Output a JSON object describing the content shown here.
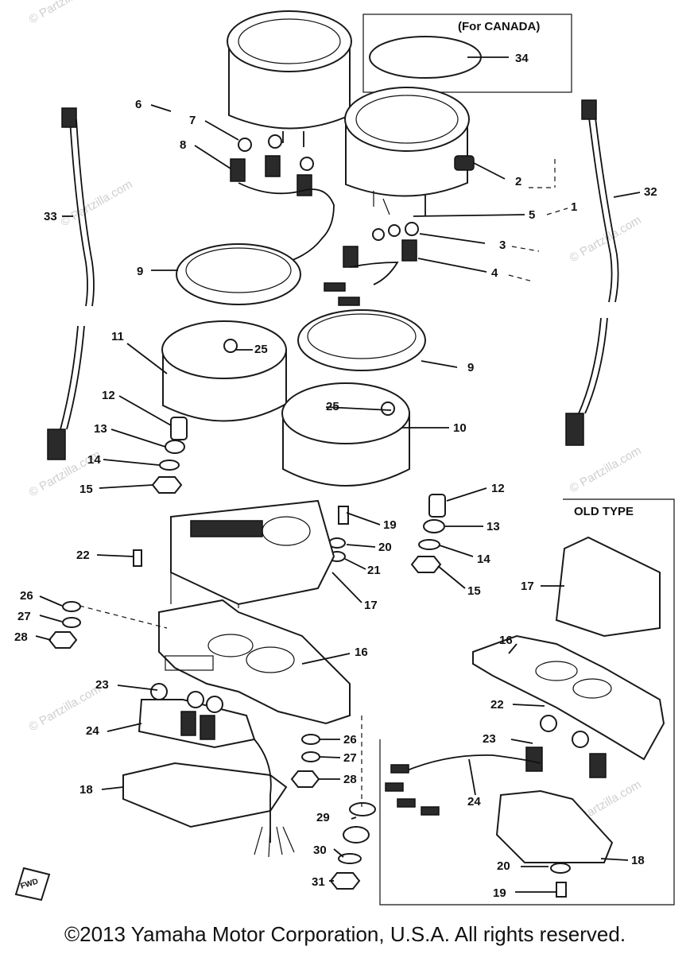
{
  "diagram": {
    "labels": [
      {
        "text": "34"
      },
      {
        "text": "6"
      },
      {
        "text": "7"
      },
      {
        "text": "8"
      },
      {
        "text": "2"
      },
      {
        "text": "1"
      },
      {
        "text": "33"
      },
      {
        "text": "32"
      },
      {
        "text": "5"
      },
      {
        "text": "3"
      },
      {
        "text": "4"
      },
      {
        "text": "9"
      },
      {
        "text": "11"
      },
      {
        "text": "25"
      },
      {
        "text": "9"
      },
      {
        "text": "12"
      },
      {
        "text": "25"
      },
      {
        "text": "13"
      },
      {
        "text": "10"
      },
      {
        "text": "14"
      },
      {
        "text": "15"
      },
      {
        "text": "12"
      },
      {
        "text": "19"
      },
      {
        "text": "13"
      },
      {
        "text": "22"
      },
      {
        "text": "20"
      },
      {
        "text": "14"
      },
      {
        "text": "21"
      },
      {
        "text": "15"
      },
      {
        "text": "17"
      },
      {
        "text": "17"
      },
      {
        "text": "26"
      },
      {
        "text": "27"
      },
      {
        "text": "28"
      },
      {
        "text": "16"
      },
      {
        "text": "16"
      },
      {
        "text": "23"
      },
      {
        "text": "22"
      },
      {
        "text": "24"
      },
      {
        "text": "26"
      },
      {
        "text": "23"
      },
      {
        "text": "27"
      },
      {
        "text": "18"
      },
      {
        "text": "28"
      },
      {
        "text": "24"
      },
      {
        "text": "29"
      },
      {
        "text": "18"
      },
      {
        "text": "30"
      },
      {
        "text": "20"
      },
      {
        "text": "31"
      },
      {
        "text": "19"
      }
    ],
    "canada_box_title": "(For CANADA)",
    "old_type_title": "OLD TYPE",
    "watermark": "© Partzilla.com",
    "fwd_mark": "FWD"
  },
  "footer": {
    "copyright": "©2013 Yamaha Motor Corporation, U.S.A. All rights reserved."
  }
}
